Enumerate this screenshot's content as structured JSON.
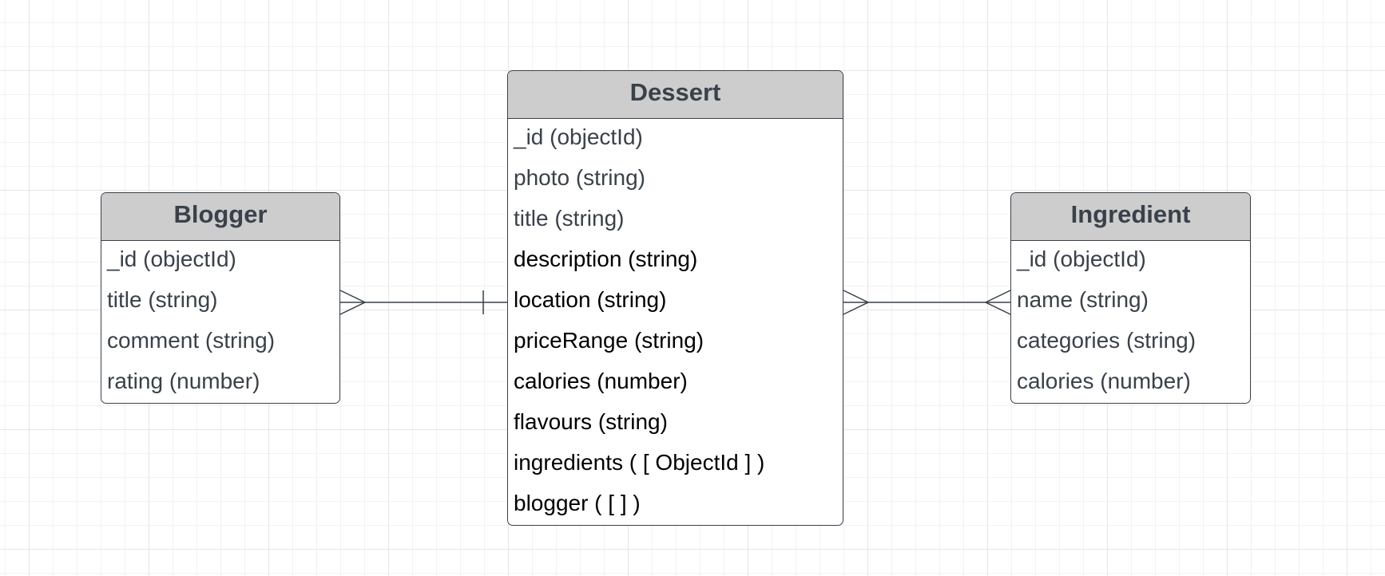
{
  "entities": {
    "blogger": {
      "title": "Blogger",
      "attributes": [
        "_id (objectId)",
        "title (string)",
        "comment (string)",
        "rating (number)"
      ]
    },
    "dessert": {
      "title": "Dessert",
      "attributes": [
        "_id (objectId)",
        "photo (string)",
        "title (string)",
        "description (string)",
        "location (string)",
        "priceRange (string)",
        "calories (number)",
        "flavours (string)",
        "ingredients ( [ ObjectId ] )",
        "blogger ( [  ] )"
      ]
    },
    "ingredient": {
      "title": "Ingredient",
      "attributes": [
        "_id (objectId)",
        "name (string)",
        "categories (string)",
        "calories (number)"
      ]
    }
  },
  "relationships": [
    {
      "from": "Blogger",
      "to": "Dessert",
      "from_end": "many",
      "to_end": "one"
    },
    {
      "from": "Dessert",
      "to": "Ingredient",
      "from_end": "many",
      "to_end": "many"
    }
  ],
  "colors": {
    "header_fill": "#cdcdcd",
    "border": "#3a414a",
    "text_muted": "#3a414a",
    "text_strong": "#000000"
  }
}
